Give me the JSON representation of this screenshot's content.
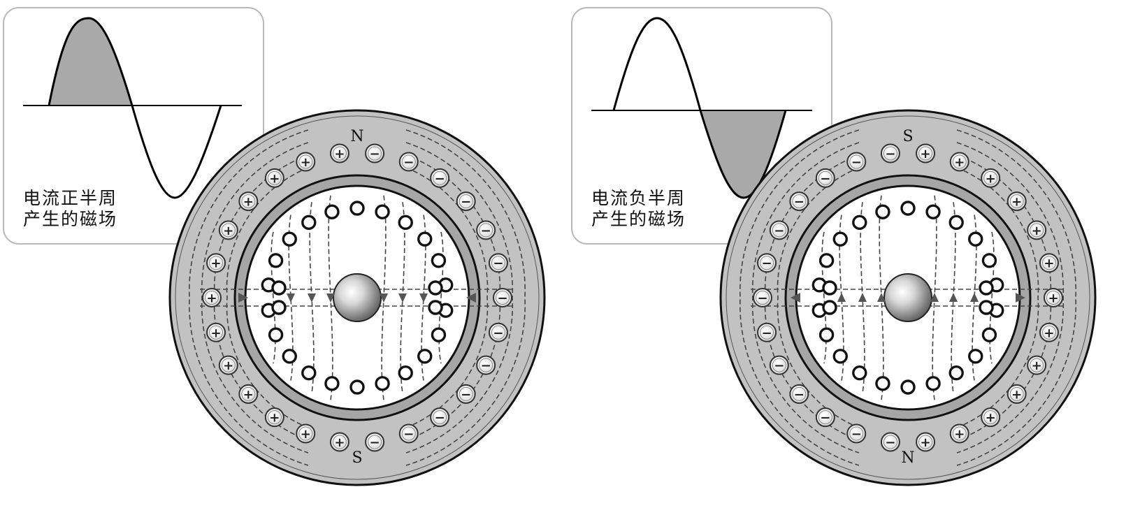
{
  "panels": [
    {
      "id": "positive",
      "caption_lines": [
        "电流正半周",
        "产生的磁场"
      ],
      "shaded_half": "positive",
      "pole_top": "N",
      "pole_bottom": "S",
      "slot_sign_left": "+",
      "slot_sign_right": "−",
      "arrow_direction": "down"
    },
    {
      "id": "negative",
      "caption_lines": [
        "电流负半周",
        "产生的磁场"
      ],
      "shaded_half": "negative",
      "pole_top": "S",
      "pole_bottom": "N",
      "slot_sign_left": "−",
      "slot_sign_right": "+",
      "arrow_direction": "up"
    }
  ],
  "colors": {
    "stator": "#c2c2c2",
    "ring": "#a6a6a6",
    "wave_fill": "#a9a9a9",
    "rotor_bore": "#ffffff"
  }
}
